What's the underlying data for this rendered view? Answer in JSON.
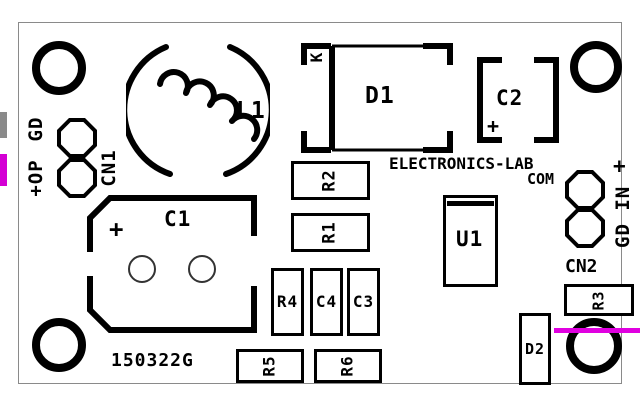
{
  "board": {
    "name": "pcb-silkscreen-layout",
    "brand_text": "ELECTRONICS-LAB",
    "board_number": "150322G",
    "outline_color": "#8a8a8a",
    "silkscreen_color": "#000000"
  },
  "edge_marks": [
    {
      "name": "gray-edge-mark",
      "color": "#8a8a8a"
    },
    {
      "name": "magenta-edge-mark",
      "color": "#d400d4"
    }
  ],
  "traces": [
    {
      "name": "magenta-trace",
      "color": "#e000e0"
    }
  ],
  "connectors": [
    {
      "ref": "CN1",
      "label": "CN1",
      "pins": [
        {
          "label": "GD"
        },
        {
          "label": "+OP"
        }
      ]
    },
    {
      "ref": "CN2",
      "label": "CN2",
      "header": "COM",
      "pins": [
        {
          "label": "+"
        },
        {
          "label": "GD IN"
        }
      ]
    }
  ],
  "components": [
    {
      "ref": "L1",
      "label": "L1",
      "type": "inductor"
    },
    {
      "ref": "D1",
      "label": "D1",
      "type": "diode",
      "marking": "K"
    },
    {
      "ref": "C2",
      "label": "C2",
      "type": "capacitor",
      "polarity": "+"
    },
    {
      "ref": "C1",
      "label": "C1",
      "type": "capacitor",
      "polarity": "+"
    },
    {
      "ref": "R2",
      "label": "R2",
      "type": "resistor"
    },
    {
      "ref": "R1",
      "label": "R1",
      "type": "resistor"
    },
    {
      "ref": "U1",
      "label": "U1",
      "type": "ic"
    },
    {
      "ref": "R4",
      "label": "R4",
      "type": "resistor"
    },
    {
      "ref": "C4",
      "label": "C4",
      "type": "capacitor"
    },
    {
      "ref": "C3",
      "label": "C3",
      "type": "capacitor"
    },
    {
      "ref": "R5",
      "label": "R5",
      "type": "resistor"
    },
    {
      "ref": "R6",
      "label": "R6",
      "type": "resistor"
    },
    {
      "ref": "R3",
      "label": "R3",
      "type": "resistor"
    },
    {
      "ref": "D2",
      "label": "D2",
      "type": "diode"
    }
  ],
  "mounting_holes": [
    {
      "name": "mounting-hole-top-left"
    },
    {
      "name": "mounting-hole-top-right"
    },
    {
      "name": "mounting-hole-bottom-left"
    },
    {
      "name": "mounting-hole-bottom-right"
    }
  ]
}
